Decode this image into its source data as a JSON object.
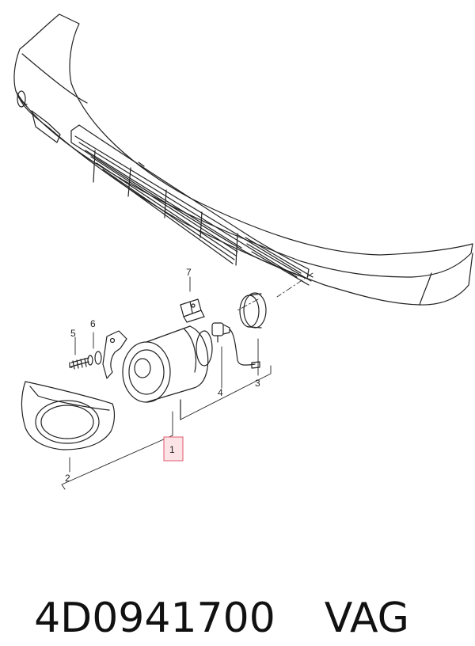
{
  "callouts": {
    "c1": "1",
    "c2": "2",
    "c3": "3",
    "c4": "4",
    "c5": "5",
    "c6": "6",
    "c7": "7"
  },
  "caption": {
    "part_number": "4D0941700",
    "brand": "VAG"
  },
  "colors": {
    "line": "#222222",
    "highlight_fill": "#fbe3e6",
    "highlight_border": "#e05a6e"
  }
}
